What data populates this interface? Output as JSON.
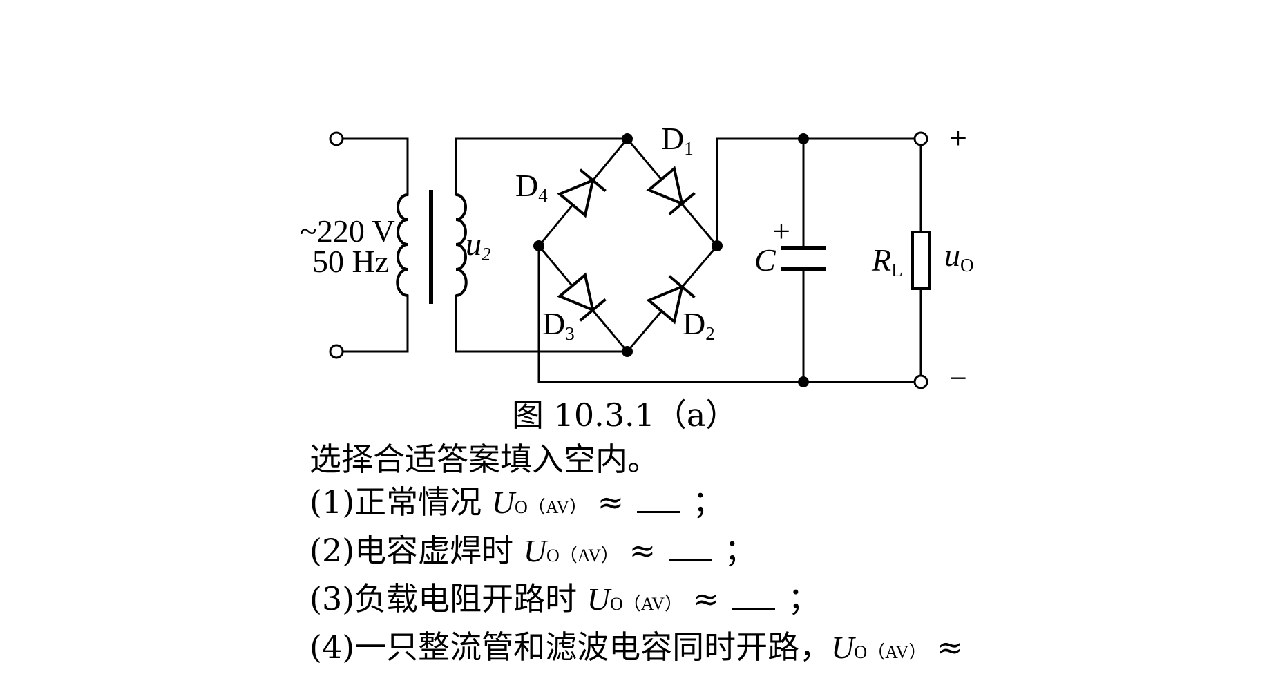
{
  "diagram": {
    "source_label": "~220 V",
    "freq_label": "50 Hz",
    "secondary_var": "u",
    "secondary_sub": "2",
    "diode_prefix": "D",
    "d1": "1",
    "d2": "2",
    "d3": "3",
    "d4": "4",
    "cap_label": "C",
    "cap_polarity": "+",
    "load_label": "R",
    "load_sub": "L",
    "out_var": "u",
    "out_sub": "O",
    "out_plus": "+",
    "out_minus": "−"
  },
  "caption": "图 10.3.1（a）",
  "question": {
    "intro": "选择合适答案填入空内。",
    "items": [
      {
        "prefix": "(1)正常情况 ",
        "suffix": " ；"
      },
      {
        "prefix": "(2)电容虚焊时 ",
        "suffix": " ；"
      },
      {
        "prefix": "(3)负载电阻开路时 ",
        "suffix": " ；"
      },
      {
        "prefix": "(4)一只整流管和滤波电容同时开路，",
        "suffix": ""
      }
    ],
    "var": "U",
    "var_sub": "O（AV）",
    "approx": "≈"
  }
}
